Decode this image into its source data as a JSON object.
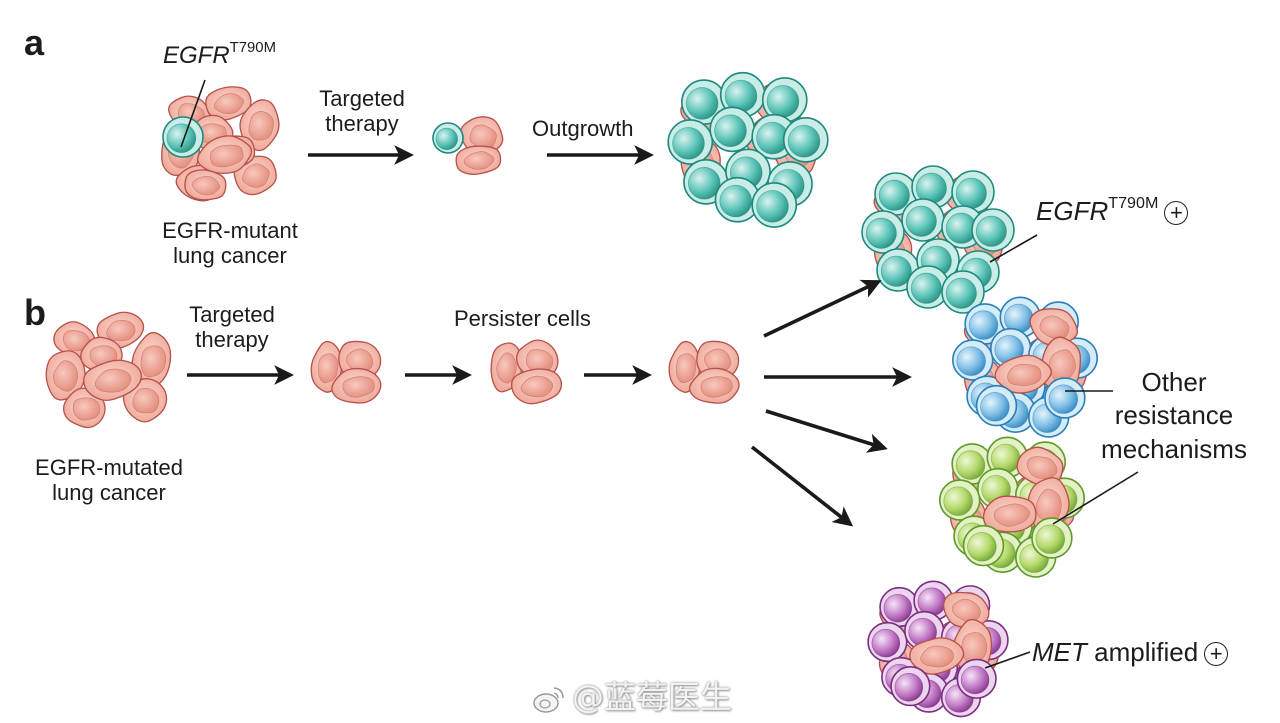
{
  "panel_a": {
    "letter": "a",
    "mutation_label": {
      "gene": "EGFR",
      "variant": "T790M"
    },
    "tumor_label_line1": "EGFR-mutant",
    "tumor_label_line2": "lung cancer",
    "arrow1_label_line1": "Targeted",
    "arrow1_label_line2": "therapy",
    "arrow2_label": "Outgrowth"
  },
  "panel_b": {
    "letter": "b",
    "tumor_label_line1": "EGFR-mutated",
    "tumor_label_line2": "lung cancer",
    "arrow1_label_line1": "Targeted",
    "arrow1_label_line2": "therapy",
    "persister_label": "Persister cells",
    "outcomes": {
      "egfr": {
        "gene": "EGFR",
        "variant": "T790M",
        "sign": "+"
      },
      "other_line1": "Other",
      "other_line2": "resistance",
      "other_line3": "mechanisms",
      "met": {
        "gene": "MET",
        "suffix": " amplified",
        "sign": "+"
      }
    }
  },
  "colors": {
    "pink_fill": "#f2b5a8",
    "pink_edge": "#b5504a",
    "teal_fill": "#5cc4b8",
    "teal_edge": "#1e8a7e",
    "blue_fill": "#7fbfe6",
    "blue_edge": "#2a7fb8",
    "green_fill": "#b4d96a",
    "green_edge": "#5e9a2a",
    "purple_fill": "#c27ac6",
    "purple_edge": "#7a2f80",
    "arrow": "#1a1a1a"
  },
  "watermark": {
    "text": "@蓝莓医生",
    "icon": "weibo-icon"
  }
}
